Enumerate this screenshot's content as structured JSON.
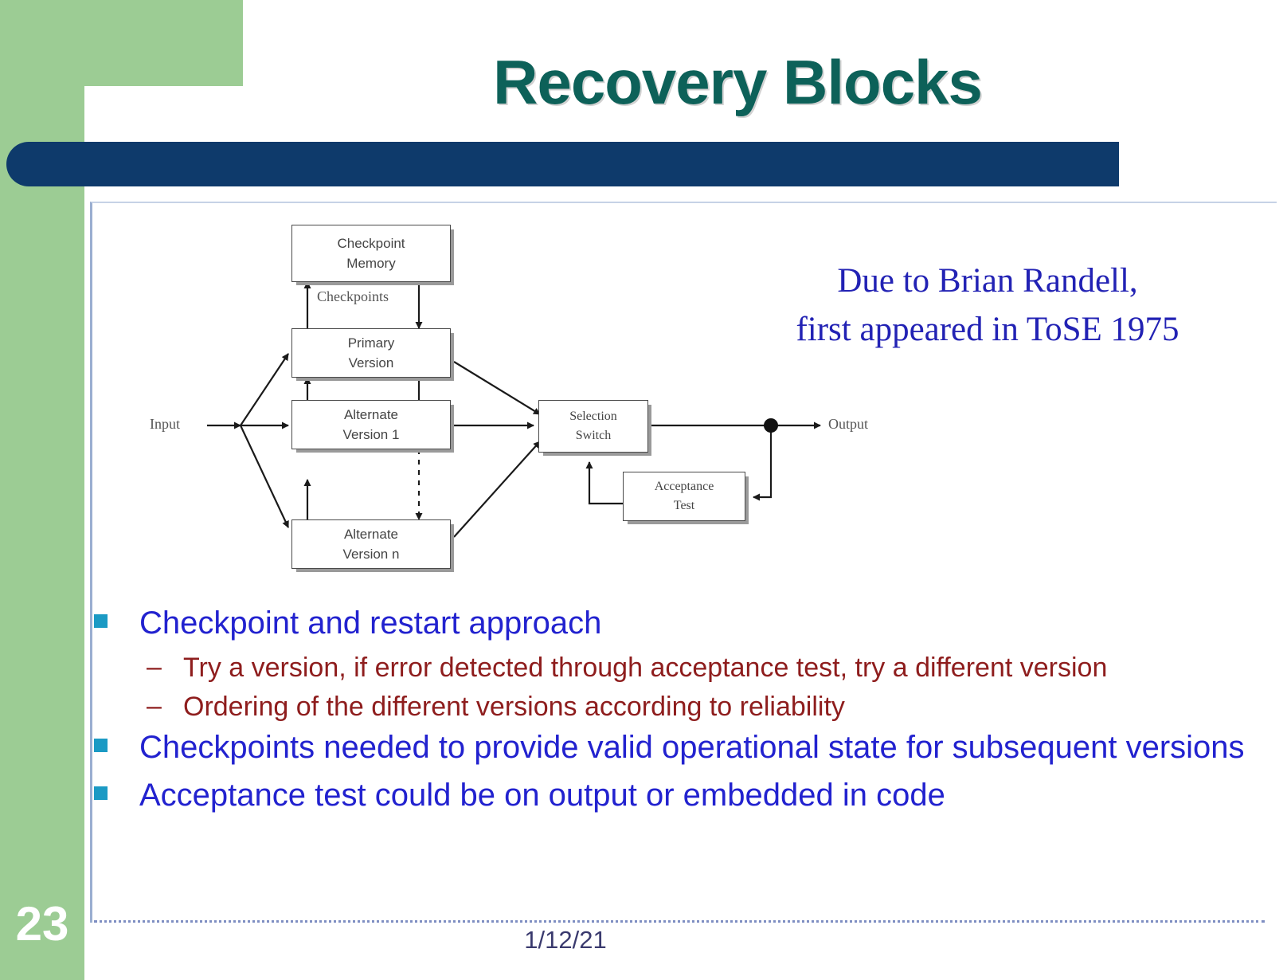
{
  "slide": {
    "title": "Recovery Blocks",
    "page_number": "23",
    "date": "1/12/21",
    "colors": {
      "title": "#0d6159",
      "accent_band": "#9ccc94",
      "navy_bar": "#0e3a6b",
      "bullet_square": "#1b9ac4",
      "level1_text": "#2222cf",
      "level2_text": "#8e1d1d",
      "attribution_text": "#2222b4"
    }
  },
  "attribution": {
    "line1": "Due to Brian Randell,",
    "line2": "first appeared in ToSE 1975"
  },
  "diagram": {
    "boxes": {
      "checkpoint_memory": "Checkpoint\nMemory",
      "checkpoint_memory_l1": "Checkpoint",
      "checkpoint_memory_l2": "Memory",
      "primary_l1": "Primary",
      "primary_l2": "Version",
      "alt1_l1": "Alternate",
      "alt1_l2": "Version 1",
      "altn_l1": "Alternate",
      "altn_l2": "Version n",
      "selection_l1": "Selection",
      "selection_l2": "Switch",
      "acceptance_l1": "Acceptance",
      "acceptance_l2": "Test"
    },
    "labels": {
      "input": "Input",
      "output": "Output",
      "checkpoints": "Checkpoints"
    }
  },
  "bullets": [
    {
      "level": 1,
      "text": "Checkpoint and restart approach"
    },
    {
      "level": 2,
      "dash": "–",
      "text": "Try a version, if error detected through acceptance test, try a different version"
    },
    {
      "level": 2,
      "dash": "–",
      "text": "Ordering of the different versions according to reliability"
    },
    {
      "level": 1,
      "text": "Checkpoints needed to provide valid operational state for subsequent versions"
    },
    {
      "level": 1,
      "text": "Acceptance test could be on output or embedded in code"
    }
  ]
}
